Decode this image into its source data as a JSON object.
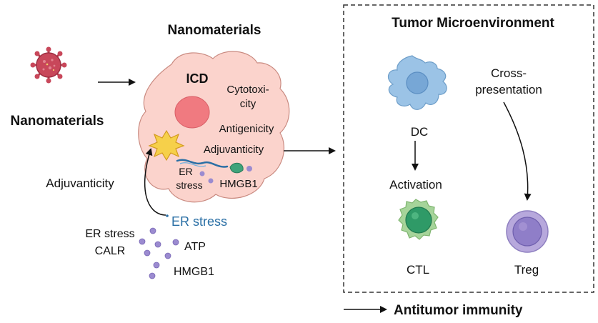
{
  "left": {
    "nanomaterials_label": "Nanomaterials"
  },
  "cell": {
    "title": "Nanomaterials",
    "icd": "ICD",
    "cytotoxicity_1": "Cytotoxi-",
    "cytotoxicity_2": "city",
    "antigenicity": "Antigenicity",
    "adjuvanticity": "Adjuvanticity",
    "er_stress_1": "ER",
    "er_stress_2": "stress",
    "hmgb1": "HMGB1"
  },
  "lower_left": {
    "adjuvanticity": "Adjuvanticity",
    "er_stress_blue": "ER stress",
    "er_stress": "ER stress",
    "calr": "CALR",
    "atp": "ATP",
    "hmgb1": "HMGB1"
  },
  "tme": {
    "title": "Tumor Microenvironment",
    "cross_1": "Cross-",
    "cross_2": "presentation",
    "dc": "DC",
    "activation": "Activation",
    "ctl": "CTL",
    "treg": "Treg"
  },
  "footer": {
    "antitumor": "Antitumor immunity"
  },
  "colors": {
    "cell_fill": "#fbd3cc",
    "nucleus": "#f07a80",
    "virus": "#c8475a",
    "dc": "#9bc3e6",
    "ctl": "#a6d49a",
    "treg": "#b7a8dc",
    "er_stress_text": "#2a6fa5",
    "dots": "#9b8bd0"
  }
}
